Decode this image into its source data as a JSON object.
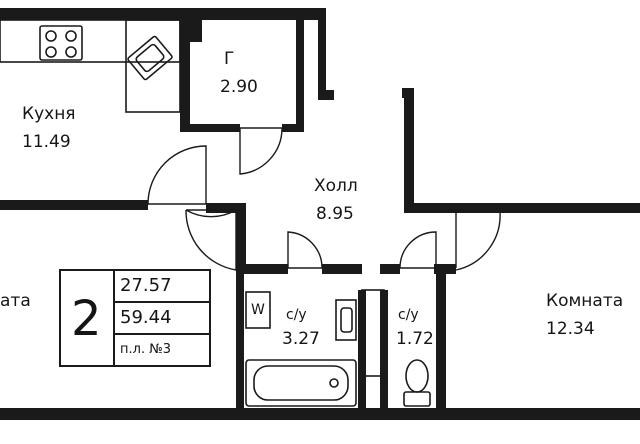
{
  "rooms": {
    "kitchen": {
      "name": "Кухня",
      "area": "11.49"
    },
    "wardrobe": {
      "name": "Г",
      "area": "2.90"
    },
    "hall": {
      "name": "Холл",
      "area": "8.95"
    },
    "left_room": {
      "name": "ата"
    },
    "bath": {
      "name": "с/у",
      "area": "3.27"
    },
    "wc": {
      "name": "с/у",
      "area": "1.72"
    },
    "right_room": {
      "name": "Комната",
      "area": "12.34"
    }
  },
  "fixtures": {
    "washer_label": "W"
  },
  "info_box": {
    "rooms_count": "2",
    "living_area": "27.57",
    "total_area": "59.44",
    "plan_number": "п.л. №3"
  }
}
